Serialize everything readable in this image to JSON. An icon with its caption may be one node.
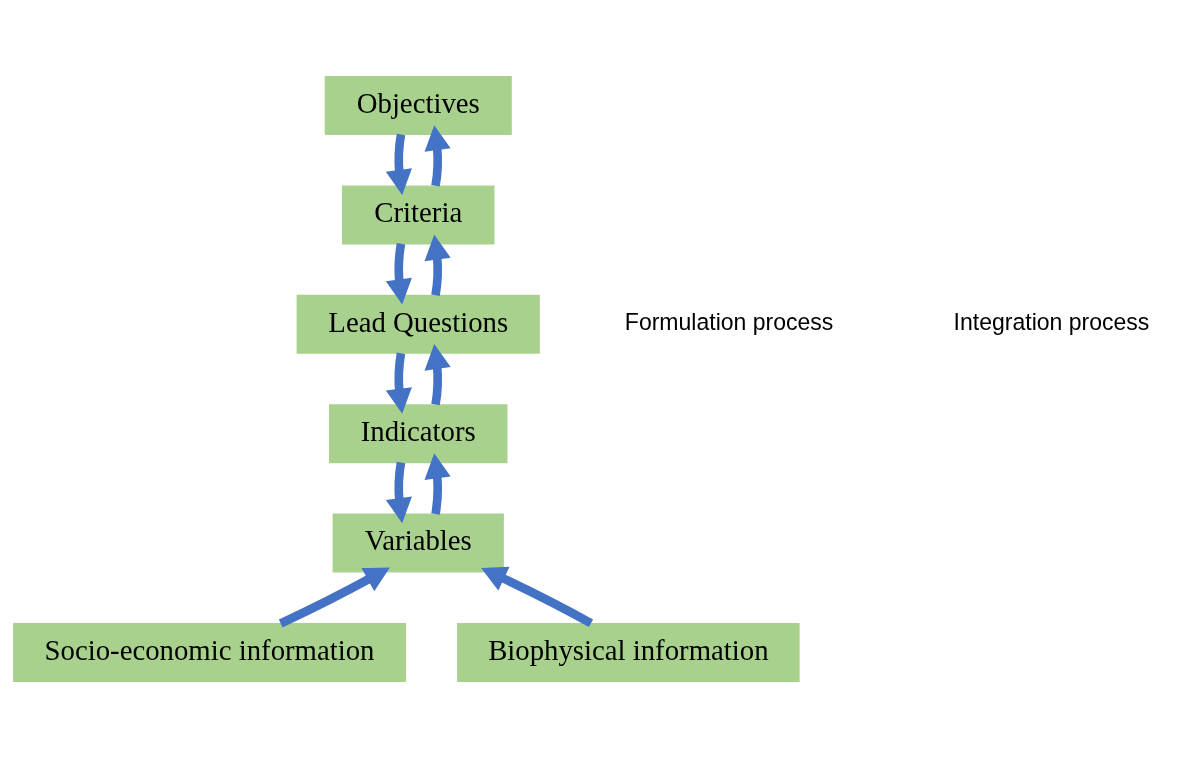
{
  "diagram": {
    "nodes": [
      {
        "text": [
          "Objectives"
        ]
      },
      {
        "text": [
          "Criteria"
        ]
      },
      {
        "text": [
          "Lead Questions"
        ]
      },
      {
        "text": [
          "Indicators"
        ]
      },
      {
        "text": [
          "Variables"
        ]
      },
      {
        "text": [
          "Socio-economic information"
        ]
      },
      {
        "text": [
          "Biophysical information"
        ]
      }
    ],
    "edges": [
      {
        "from": 0,
        "to": 1,
        "arrow": "to"
      },
      {
        "from": 1,
        "to": 2,
        "arrow": "to"
      },
      {
        "from": 2,
        "to": 3,
        "arrow": "to"
      },
      {
        "from": 3,
        "to": 4,
        "arrow": "to"
      },
      {
        "from": 1,
        "to": 0,
        "arrow": "to"
      },
      {
        "from": 2,
        "to": 1,
        "arrow": "to"
      },
      {
        "from": 3,
        "to": 2,
        "arrow": "to"
      },
      {
        "from": 4,
        "to": 3,
        "arrow": "to"
      },
      {
        "from": 5,
        "to": 4,
        "arrow": "to"
      },
      {
        "from": 6,
        "to": 4,
        "arrow": "to"
      }
    ],
    "labels": [
      "Formulation process",
      "Integration process"
    ]
  }
}
